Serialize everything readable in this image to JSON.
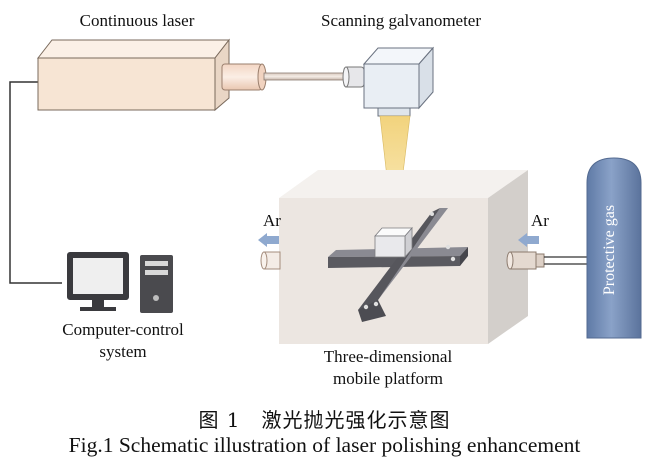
{
  "labels": {
    "laser": "Continuous laser",
    "galvanometer": "Scanning galvanometer",
    "computer_line1": "Computer-control",
    "computer_line2": "system",
    "platform_line1": "Three-dimensional",
    "platform_line2": "mobile platform",
    "ar_left": "Ar",
    "ar_right": "Ar",
    "gas_tank": "Protective gas"
  },
  "caption": {
    "chinese": "图 1　激光抛光强化示意图",
    "english": "Fig.1 Schematic illustration of laser polishing enhancement"
  },
  "colors": {
    "laser_body": "#f7e5d4",
    "laser_nozzle": "#f6dccd",
    "galvo_body": "#e9eef4",
    "beam": "#f4d98a",
    "chamber_front": "#ece6e1",
    "chamber_side": "#d3cfcb",
    "stage": "#5a5a60",
    "gas_arrow": "#8fa9cf",
    "gas_tank": "#6f89b2",
    "monitor_screen": "#eeeeee"
  }
}
